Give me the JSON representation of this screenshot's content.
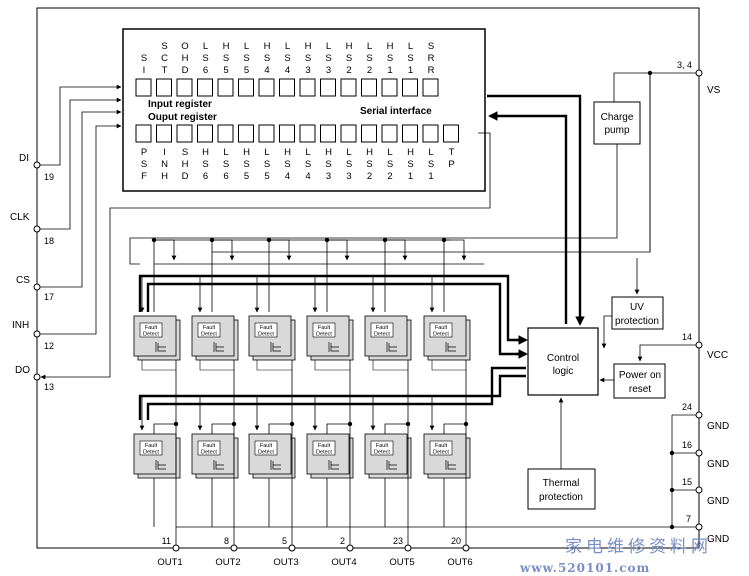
{
  "register": {
    "input_title": "Input register",
    "output_title": "Ouput register",
    "serial_title": "Serial interface",
    "input_bits": [
      [
        "S",
        "I"
      ],
      [
        "S",
        "C",
        "T"
      ],
      [
        "O",
        "H",
        "D"
      ],
      [
        "L",
        "S",
        "6"
      ],
      [
        "H",
        "S",
        "5"
      ],
      [
        "L",
        "S",
        "5"
      ],
      [
        "H",
        "S",
        "4"
      ],
      [
        "L",
        "S",
        "4"
      ],
      [
        "H",
        "S",
        "3"
      ],
      [
        "L",
        "S",
        "3"
      ],
      [
        "H",
        "S",
        "2"
      ],
      [
        "L",
        "S",
        "2"
      ],
      [
        "H",
        "S",
        "1"
      ],
      [
        "L",
        "S",
        "1"
      ],
      [
        "S",
        "R",
        "R"
      ]
    ],
    "output_bits": [
      [
        "P",
        "S",
        "F"
      ],
      [
        "I",
        "N",
        "H"
      ],
      [
        "S",
        "H",
        "D"
      ],
      [
        "H",
        "S",
        "6"
      ],
      [
        "L",
        "S",
        "6"
      ],
      [
        "H",
        "S",
        "5"
      ],
      [
        "L",
        "S",
        "5"
      ],
      [
        "H",
        "S",
        "4"
      ],
      [
        "L",
        "S",
        "4"
      ],
      [
        "H",
        "S",
        "3"
      ],
      [
        "L",
        "S",
        "3"
      ],
      [
        "H",
        "S",
        "2"
      ],
      [
        "L",
        "S",
        "2"
      ],
      [
        "H",
        "S",
        "1"
      ],
      [
        "L",
        "S",
        "1"
      ],
      [
        "T",
        "P"
      ]
    ]
  },
  "blocks": {
    "charge_pump": [
      "Charge",
      "pump"
    ],
    "uv_protection": [
      "UV",
      "protection"
    ],
    "power_on_reset": [
      "Power on",
      "reset"
    ],
    "control_logic": [
      "Control",
      "logic"
    ],
    "thermal_protection": [
      "Thermal",
      "protection"
    ],
    "fault_detect": [
      "Fault",
      "Detect"
    ]
  },
  "left_pins": [
    {
      "name": "DI",
      "number": "19"
    },
    {
      "name": "CLK",
      "number": "18"
    },
    {
      "name": "CS",
      "number": "17"
    },
    {
      "name": "INH",
      "number": "12"
    },
    {
      "name": "DO",
      "number": "13"
    }
  ],
  "right_pins": [
    {
      "name": "VS",
      "number": "3, 4"
    },
    {
      "name": "VCC",
      "number": "14"
    },
    {
      "name": "GND",
      "number": "24"
    },
    {
      "name": "GND",
      "number": "16"
    },
    {
      "name": "GND",
      "number": "15"
    },
    {
      "name": "GND",
      "number": "7"
    }
  ],
  "bottom_pins": [
    {
      "name": "OUT1",
      "number": "11"
    },
    {
      "name": "OUT2",
      "number": "8"
    },
    {
      "name": "OUT3",
      "number": "5"
    },
    {
      "name": "OUT4",
      "number": "2"
    },
    {
      "name": "OUT5",
      "number": "23"
    },
    {
      "name": "OUT6",
      "number": "20"
    }
  ],
  "watermark": {
    "line1": "家电维修资料网",
    "line2": "www.520101.com"
  },
  "colors": {
    "line": "#000000",
    "driver_fill": "#d9d9d9",
    "watermark": "#7a8fc6"
  }
}
